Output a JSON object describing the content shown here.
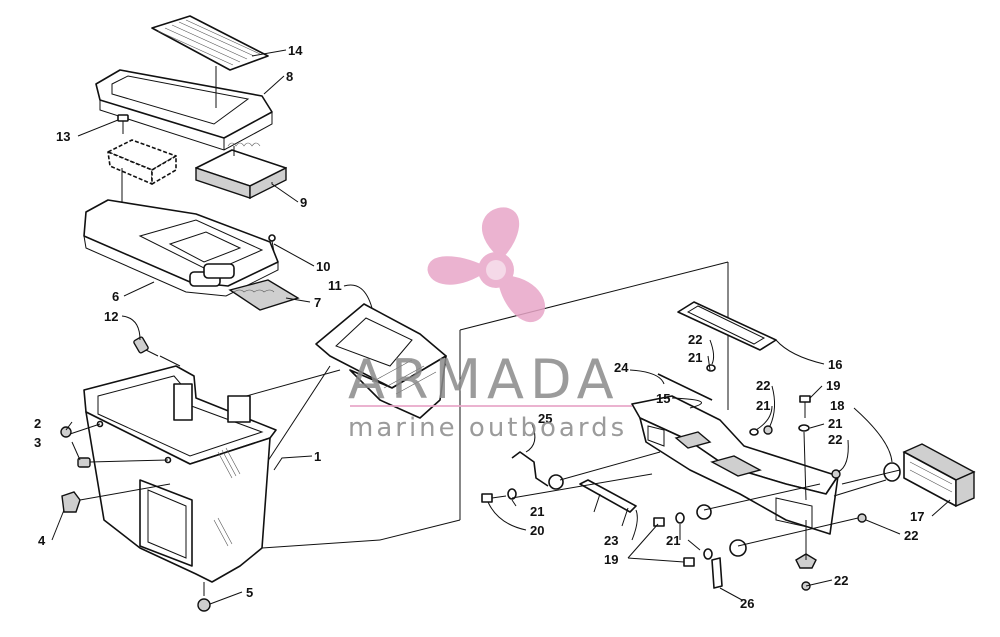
{
  "diagram": {
    "callouts": {
      "c1": "1",
      "c2": "2",
      "c3": "3",
      "c4": "4",
      "c5": "5",
      "c6": "6",
      "c7": "7",
      "c8": "8",
      "c9": "9",
      "c10": "10",
      "c11": "11",
      "c12": "12",
      "c13": "13",
      "c14": "14",
      "c15": "15",
      "c16": "16",
      "c17": "17",
      "c18": "18",
      "c19a": "19",
      "c19b": "19",
      "c20": "20",
      "c21a": "21",
      "c21b": "21",
      "c21c": "21",
      "c21d": "21",
      "c21e": "21",
      "c22a": "22",
      "c22b": "22",
      "c22c": "22",
      "c22d": "22",
      "c22e": "22",
      "c23": "23",
      "c24": "24",
      "c25": "25",
      "c26": "26"
    }
  },
  "watermark": {
    "brand": "ARMADA",
    "tagline": "marine outboards",
    "colors": {
      "logo": "#e8a6c8",
      "text": "#8a8a8a"
    }
  }
}
